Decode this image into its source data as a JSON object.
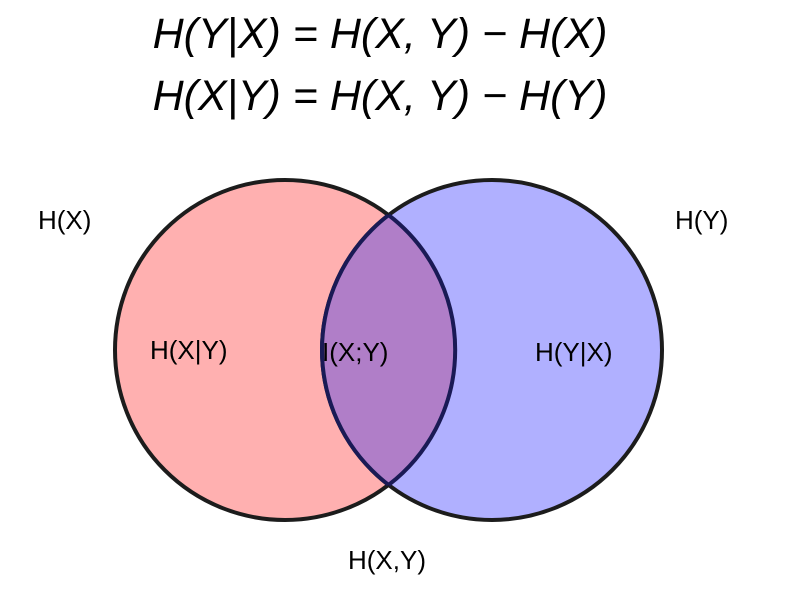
{
  "equations": [
    "H(Y|X) = H(X, Y) − H(X)",
    "H(X|Y) = H(X, Y) − H(Y)"
  ],
  "labels": {
    "hx": "H(X)",
    "hy": "H(Y)",
    "hx_given_y": "H(X|Y)",
    "mutual_info": "I(X;Y)",
    "hy_given_x": "H(Y|X)",
    "joint": "H(X,Y)"
  },
  "colors": {
    "left_fill": "#ffb0b0",
    "right_fill": "#b0b0ff",
    "overlap_fill": "#b07ec8",
    "stroke": "#1c1c1c"
  }
}
